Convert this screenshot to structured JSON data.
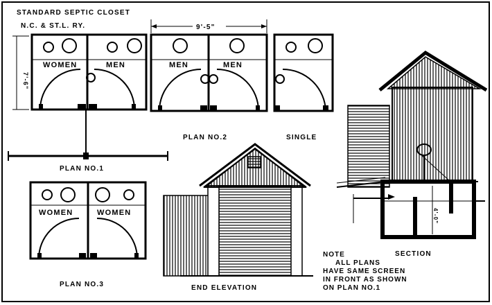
{
  "title": {
    "line1": "STANDARD SEPTIC CLOSET",
    "line2": "N.C. & ST.L. RY."
  },
  "plans": {
    "plan1": {
      "caption": "PLAN NO.1",
      "left_room": "WOMEN",
      "right_room": "MEN"
    },
    "plan2": {
      "caption": "PLAN NO.2",
      "left_room": "MEN",
      "right_room": "MEN",
      "width_dimension": "9'-5\""
    },
    "single": {
      "caption": "SINGLE"
    },
    "plan3": {
      "caption": "PLAN NO.3",
      "left_room": "WOMEN",
      "right_room": "WOMEN"
    }
  },
  "elevation": {
    "caption": "END ELEVATION"
  },
  "section": {
    "caption": "SECTION"
  },
  "dimensions": {
    "plan1_depth": "7'-6\"",
    "tank_depth": "4'-0\""
  },
  "note": {
    "line1": "NOTE",
    "line2": "ALL PLANS",
    "line3": "HAVE SAME SCREEN",
    "line4": "IN FRONT AS SHOWN",
    "line5": "ON PLAN NO.1"
  }
}
